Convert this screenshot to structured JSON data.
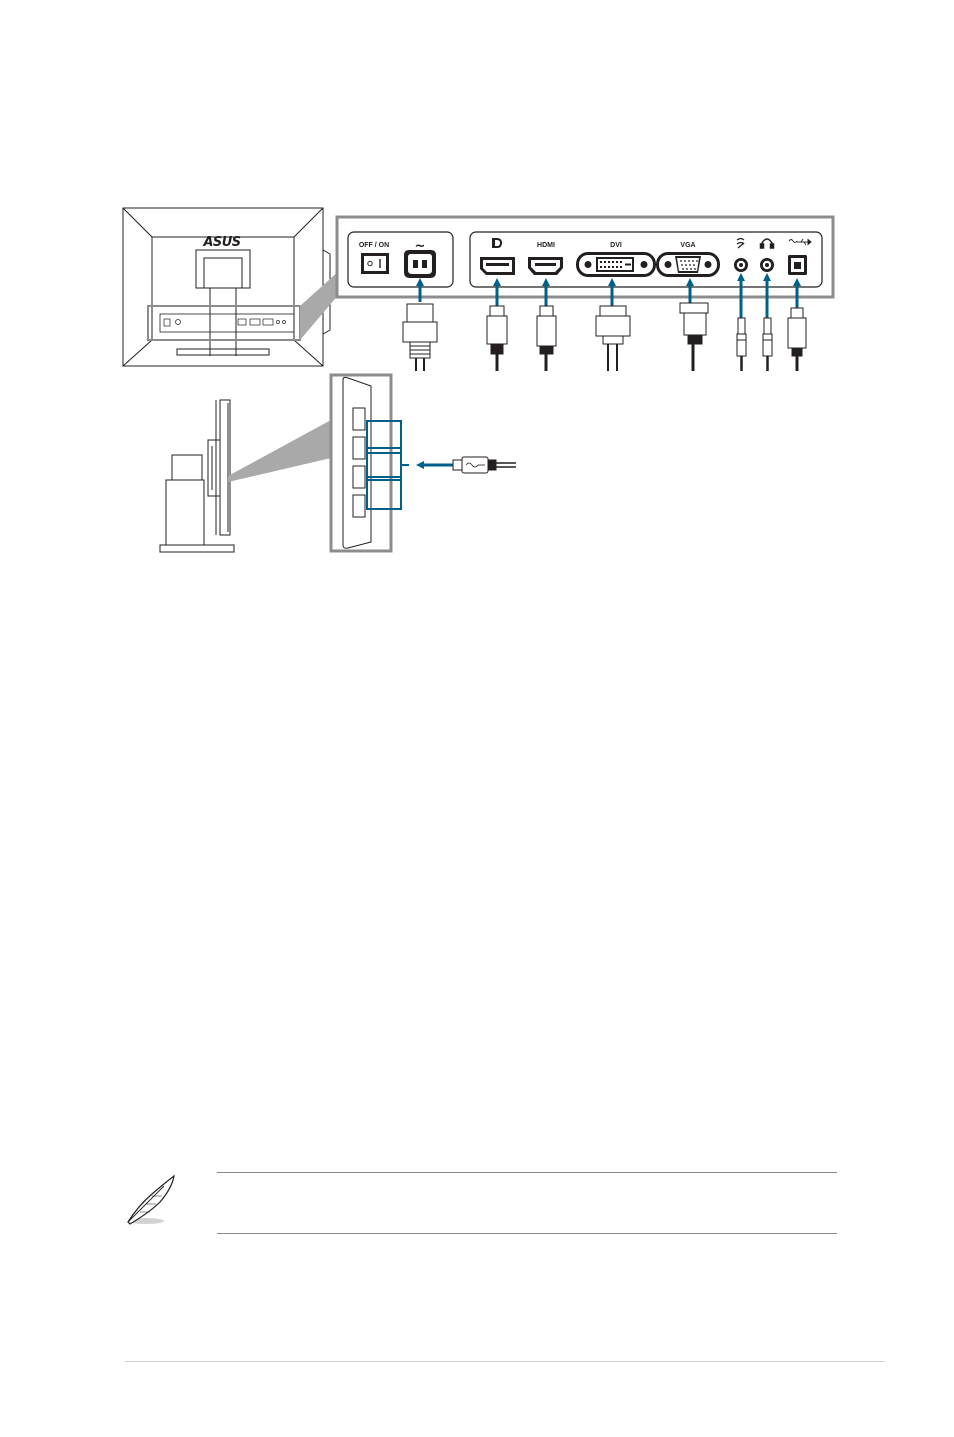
{
  "diagram": {
    "labels": {
      "power_switch": "OFF / ON",
      "ac_in": "~",
      "hdmi": "HDMI",
      "dvi": "DVI",
      "vga": "VGA"
    },
    "brand_logo": "ASUS",
    "icons": {
      "displayport": "displayport-icon",
      "audio_in": "audio-in-icon",
      "earphone": "headphone-icon",
      "usb_upstream": "usb-ss-icon"
    },
    "colors": {
      "accent": "#00608c",
      "ink": "#231f20",
      "zoom_grey": "#a9a9a9"
    }
  },
  "note": {
    "icon": "feather-pen-icon"
  }
}
